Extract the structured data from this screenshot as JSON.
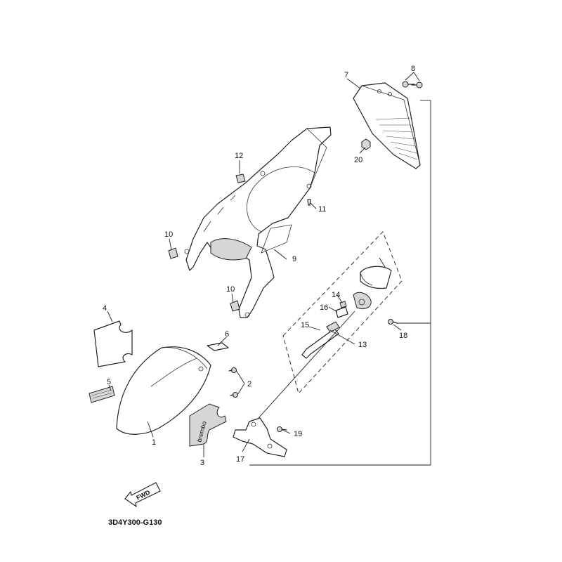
{
  "diagram_code": "3D4Y300-G130",
  "fwd_label": "FWD",
  "parts": {
    "p1": "1",
    "p2": "2",
    "p3": "3",
    "p4": "4",
    "p5": "5",
    "p6": "6",
    "p7": "7",
    "p8": "8",
    "p9": "9",
    "p10a": "10",
    "p10b": "10",
    "p11": "11",
    "p12": "12",
    "p13": "13",
    "p14": "14",
    "p15": "15",
    "p16": "16",
    "p17": "17",
    "p18": "18",
    "p19": "19",
    "p20": "20"
  },
  "decal_text": "brembo"
}
